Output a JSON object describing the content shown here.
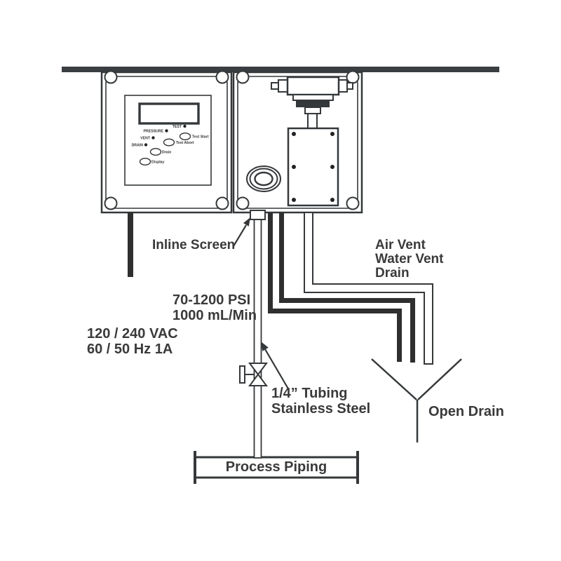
{
  "colors": {
    "line": "#35383a",
    "mount_bar": "#3b3e41",
    "text": "#3a3a3a",
    "pipe_black": "#2f2f2f",
    "background": "#ffffff"
  },
  "control_panel": {
    "leds": [
      {
        "label": "TEST"
      },
      {
        "label": "PRESSURE"
      },
      {
        "label": "VENT"
      },
      {
        "label": "DRAIN"
      }
    ],
    "buttons": [
      {
        "label": "Test Start"
      },
      {
        "label": "Test Abort"
      },
      {
        "label": "Drain"
      },
      {
        "label": "Display"
      }
    ]
  },
  "labels": {
    "inline_screen": "Inline Screen",
    "air_vent": "Air Vent",
    "water_vent": "Water Vent",
    "drain": "Drain",
    "pressure_rating": "70-1200 PSI",
    "flow_rating": "1000 mL/Min",
    "voltage_rating": "120 / 240 VAC",
    "frequency_rating": "60 / 50 Hz 1A",
    "tubing_size": "1/4” Tubing",
    "tubing_material": "Stainless Steel",
    "open_drain": "Open Drain",
    "process_piping": "Process Piping"
  }
}
